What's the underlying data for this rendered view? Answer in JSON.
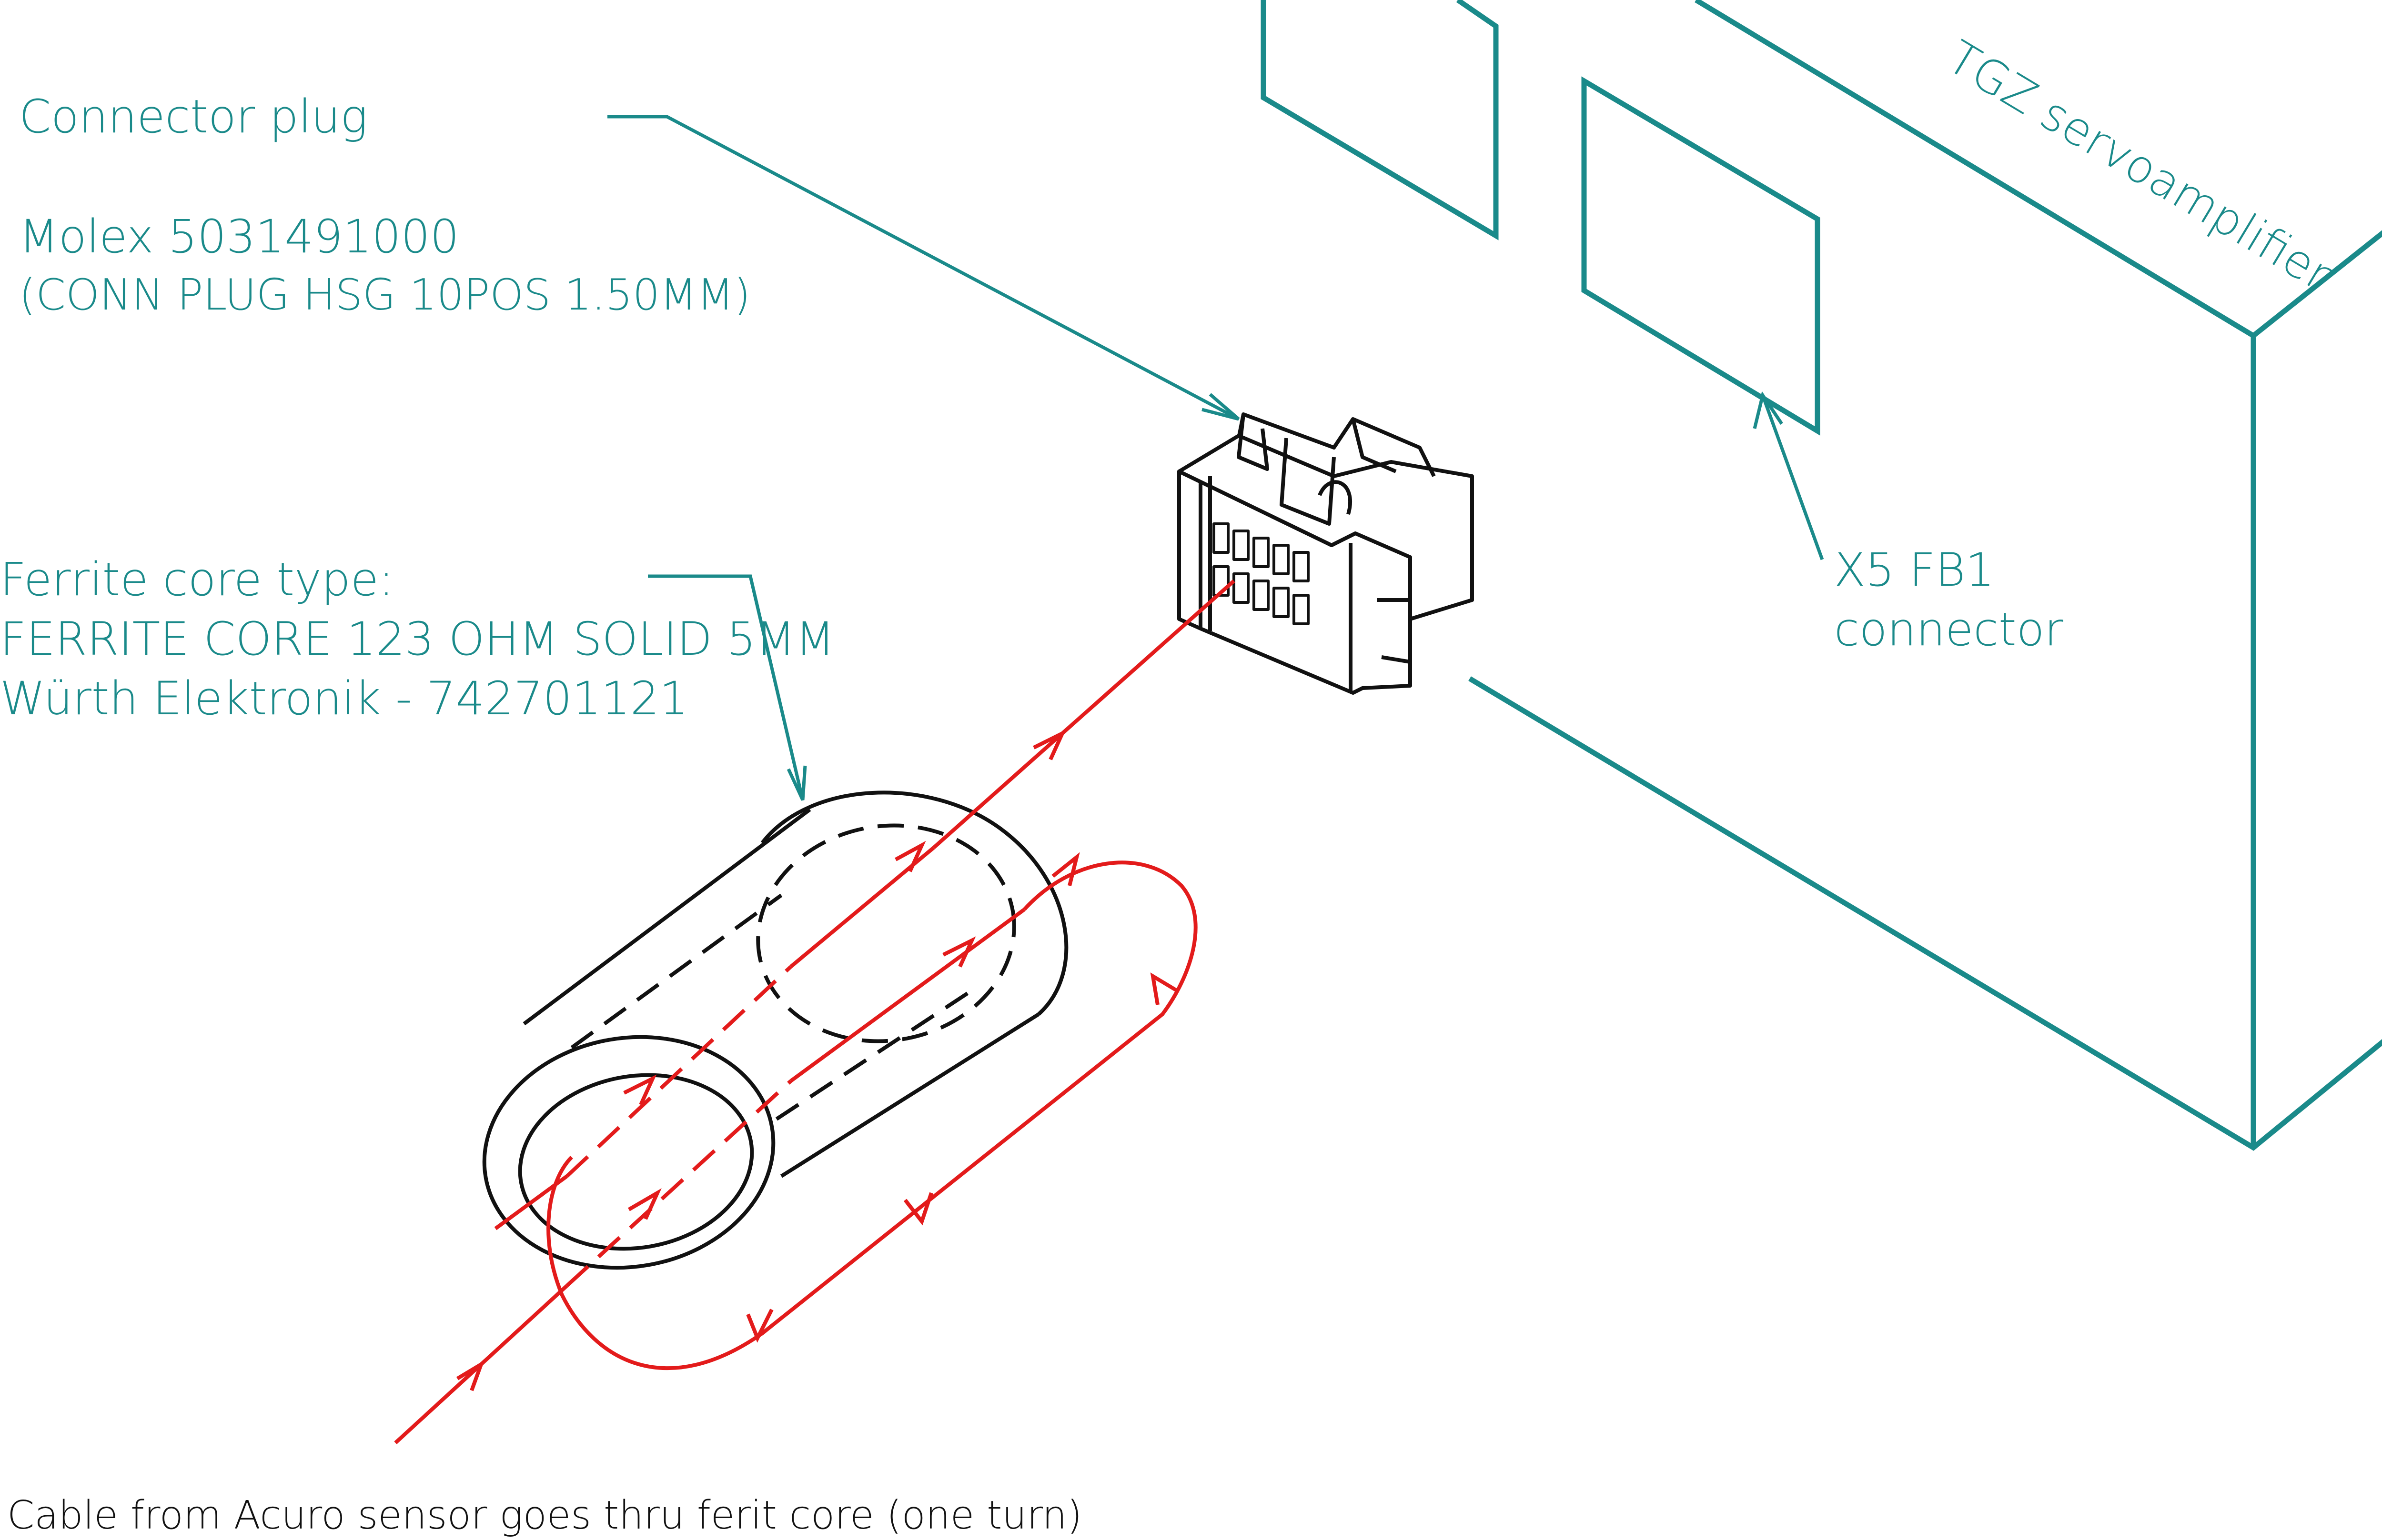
{
  "colors": {
    "annotation": "#1a8a8a",
    "cable": "#e31b1b",
    "outline": "#111111",
    "background": "#ffffff"
  },
  "labels": {
    "connector_plug_title": "Connector plug",
    "connector_plug_part": "Molex 5031491000",
    "connector_plug_desc": "(CONN PLUG HSG 10POS 1.50MM)",
    "ferrite_title": "Ferrite core type:",
    "ferrite_part": "FERRITE CORE 123 OHM SOLID 5MM",
    "ferrite_maker": "Würth Elektronik - 742701121",
    "servo": "TGZ servoamplifier",
    "x5_line1": "X5 FB1",
    "x5_line2": "connector",
    "caption": "Cable from Acuro sensor goes thru ferit core (one turn)"
  }
}
